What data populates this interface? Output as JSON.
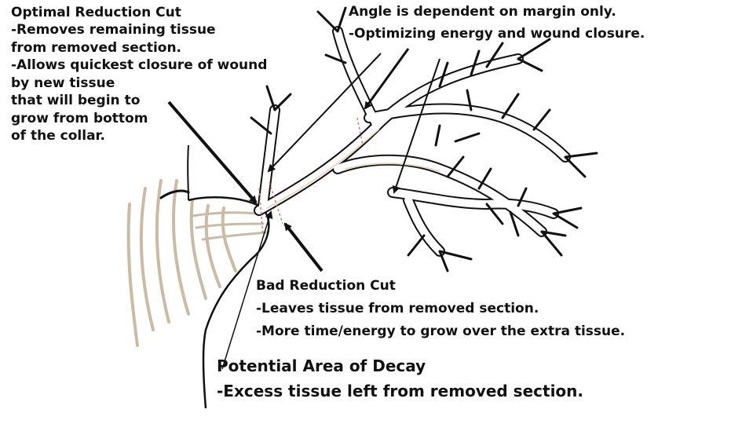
{
  "optimal_cut": {
    "title": "Optimal Reduction Cut",
    "lines": [
      "-Removes remaining tissue",
      "from removed section.",
      "-Allows quickest closure of wound",
      "by new tissue",
      "that will begin to",
      "grow from bottom",
      "of the collar."
    ]
  },
  "angle_note": {
    "title": "Angle is dependent on margin only.",
    "lines": [
      "-Optimizing energy and wound closure."
    ]
  },
  "bad_cut": {
    "title": "Bad Reduction Cut",
    "lines": [
      "-Leaves tissue from removed section.",
      "-More time/energy to grow over the extra tissue."
    ]
  },
  "decay": {
    "title": "Potential Area of Decay",
    "lines": [
      "-Excess tissue left from removed section."
    ]
  },
  "colors": {
    "ink": "#111111",
    "bark": "#c9bca3",
    "branch_fill": "#ffffff",
    "cut_line": "#c77"
  }
}
